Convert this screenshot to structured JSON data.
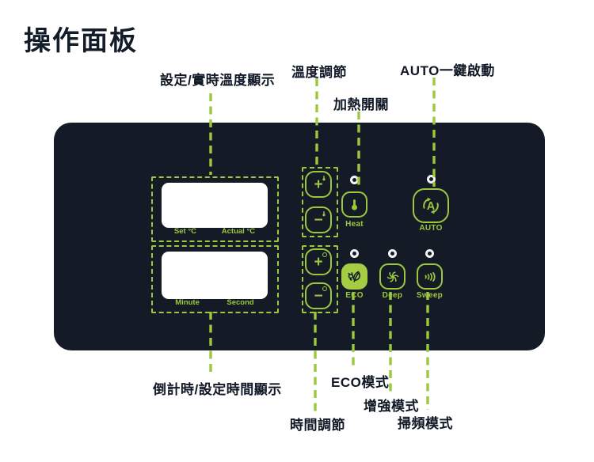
{
  "page": {
    "title": "操作面板"
  },
  "colors": {
    "green": "#9cc83e",
    "green_fill": "#a4cd44",
    "panel_bg": "#141b27"
  },
  "callouts": {
    "temp_display": "設定/實時溫度顯示",
    "temp_adjust": "溫度調節",
    "heat_switch": "加熱開關",
    "auto_start": "AUTO一鍵啟動",
    "time_display": "倒計時/設定時間顯示",
    "eco_mode": "ECO模式",
    "boost_mode": "增強模式",
    "time_adjust": "時間調節",
    "sweep_mode": "掃頻模式"
  },
  "panel": {
    "temp_screen": {
      "left_label": "Set °C",
      "right_label": "Actual °C"
    },
    "time_screen": {
      "left_label": "Minute",
      "right_label": "Second"
    },
    "temp_plus": "+",
    "temp_minus": "−",
    "time_plus": "+",
    "time_minus": "−",
    "heat": {
      "label": "Heat"
    },
    "auto": {
      "label": "AUTO",
      "letter": "A"
    },
    "eco": {
      "label": "ECO"
    },
    "deep": {
      "label": "Deep"
    },
    "sweep": {
      "label": "Sweep"
    }
  }
}
